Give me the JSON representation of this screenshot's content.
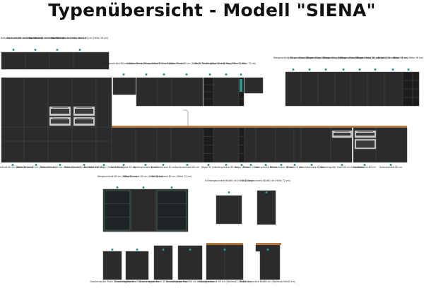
{
  "title": "Typenübersicht - Modell \"SIENA\"",
  "colors": {
    "cabinet": "#2b2b2d",
    "cabinet_dark": "#1c1c1e",
    "line": "#4a4a4c",
    "countertop": "#b47a3e",
    "pin": "#2b9a8f",
    "appliance": "#c9c9c9"
  },
  "labels_top_left": [
    "Hochschrank Aufsatzschrank 60 cm (Höhe 36 cm)",
    "Hochschrank Aufsatzschrank 50 cm (Höhe 36 cm)",
    "Hochschrank Aufsatzschrank 60 cm (Höhe 36 cm)",
    "Hochschrank Aufsatzschrank 60 cm (Höhe 36 cm)"
  ],
  "labels_wall_mid": [
    "Hängeschrank 60 cm (Höhe 36 cm)",
    "Hängeschrank 60 cm (Höhe 72 cm)",
    "Hängeschrank 40 cm (Höhe 72 cm)",
    "Hängeschrank 80 cm (Höhe 72 cm)",
    "Regal 30 cm (Höhe 72 cm)",
    "Hängeschrank 60 cm (Höhe 72 cm)",
    "Regal 15 cm (Höhe 72 cm)"
  ],
  "labels_wall_right": [
    "Hängeschrank 60 cm (Höhe 36 cm)",
    "Hängeschrank 40 cm (Höhe 36 cm)",
    "Hängeschrank 80 cm (Höhe 36 cm)",
    "Hängeschrank 60 cm (Höhe 36 cm)",
    "Hängeschrank 80 cm (Höhe 36 cm)",
    "Hängeschrank 80 cm (Höhe 36 cm)",
    "Regal 30 cm (Höhe 36 cm)",
    "Regal 15 cm (Höhe 36 cm)"
  ],
  "labels_base": [
    "Hochschrank 60 cm (Höhe 210 cm)",
    "Hochschrank 60 cm (Höhe 210 cm)",
    "Hochschrank 60 cm (Höhe 210 cm)",
    "Hochschrank 60 cm (Höhe 210 cm)",
    "Hochschrank 40 cm (Höhe 210 cm)",
    "Anrichtschrank 60 cm",
    "Spülenschrank 80 cm",
    "Anrichtschrank 40 cm",
    "Spülenschrank 80 cm",
    "Regal 30 cm",
    "Unterschrank 60 cm",
    "Regal 15 cm",
    "Blende 15 cm",
    "Unterschrank 80 cm",
    "Unterschrank 50 cm",
    "Blende 15 cm",
    "Anrichtschrank 80 cm",
    "Geschirrspüler Front 60 cm integrierbar",
    "Herdschrank 60 cm",
    "Unterschrank 60 cm"
  ],
  "labels_vitrine": [
    "Hängeschrank 80 cm (Höhe 72 cm)",
    "Hängeschrank 60 cm (Höhe 72 cm)",
    "Hängeschrank 80 cm (Höhe 72 cm)"
  ],
  "labels_corner_wall": [
    "Eckhängeschrank 60x60 cm (Höhe 72 cm)",
    "Eckhängeschrank 60x60 cm (Höhe 72 cm)"
  ],
  "labels_bottom": [
    "Geschirrspüler Front 45 cm integrierbar",
    "Geschirrspüler Front 60 cm integrierbar",
    "Geschirrspüler Front 45 cm vollintegrierbar",
    "Geschirrspüler Front 60 cm vollintegrierbar",
    "Eckunterschrank 90 cm (Stellmaß 100x60 cm)",
    "Eckunterschrank 60x60 cm (Stellmaß 90x60 cm)"
  ]
}
